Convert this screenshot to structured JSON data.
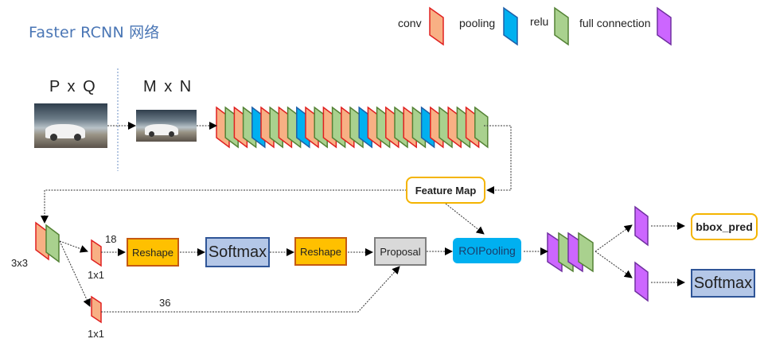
{
  "title": "Faster RCNN 网络",
  "legend": [
    {
      "label": "conv",
      "type": "conv"
    },
    {
      "label": "pooling",
      "type": "pool"
    },
    {
      "label": "relu",
      "type": "relu"
    },
    {
      "label": "full connection",
      "type": "fc"
    }
  ],
  "colors": {
    "conv": {
      "fill": "#f8b084",
      "stroke": "#e02020"
    },
    "pool": {
      "fill": "#00b0f0",
      "stroke": "#1f5fa8"
    },
    "relu": {
      "fill": "#a9d18e",
      "stroke": "#548235"
    },
    "fc": {
      "fill": "#cc66ff",
      "stroke": "#7030a0"
    }
  },
  "input": {
    "original_size_label": "P x Q",
    "resized_size_label": "M x N"
  },
  "backbone_layers": [
    "conv",
    "relu",
    "conv",
    "relu",
    "pool",
    "conv",
    "relu",
    "conv",
    "relu",
    "pool",
    "conv",
    "relu",
    "conv",
    "relu",
    "conv",
    "relu",
    "pool",
    "conv",
    "relu",
    "conv",
    "relu",
    "conv",
    "relu",
    "pool",
    "conv",
    "relu",
    "conv",
    "relu",
    "conv",
    "relu"
  ],
  "feature_map_label": "Feature Map",
  "rpn": {
    "conv3x3_label": "3x3",
    "cls_conv_label": "1x1",
    "reg_conv_label": "1x1",
    "cls_channels": "18",
    "reg_channels": "36",
    "reshape1_label": "Reshape",
    "softmax_label": "Softmax",
    "reshape2_label": "Reshape",
    "proposal_label": "Proposal"
  },
  "roi_pooling_label": "ROIPooling",
  "head_layers": [
    "fc",
    "relu",
    "fc",
    "relu"
  ],
  "outputs": {
    "bbox_label": "bbox_pred",
    "cls_label": "Softmax"
  }
}
